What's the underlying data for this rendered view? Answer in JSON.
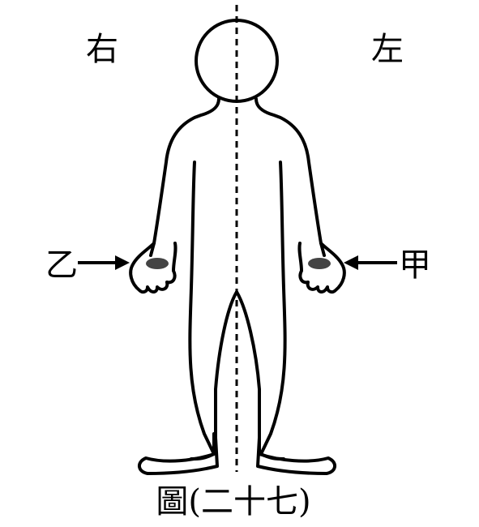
{
  "labels": {
    "right_side": "右",
    "left_side": "左",
    "marker_a": "甲",
    "marker_b": "乙",
    "caption": "圖(二十七)"
  },
  "colors": {
    "stroke": "#000000",
    "palm_mark": "#444444",
    "background": "#ffffff"
  },
  "icons": {
    "arrow_a": "arrow-left",
    "arrow_b": "arrow-right"
  }
}
